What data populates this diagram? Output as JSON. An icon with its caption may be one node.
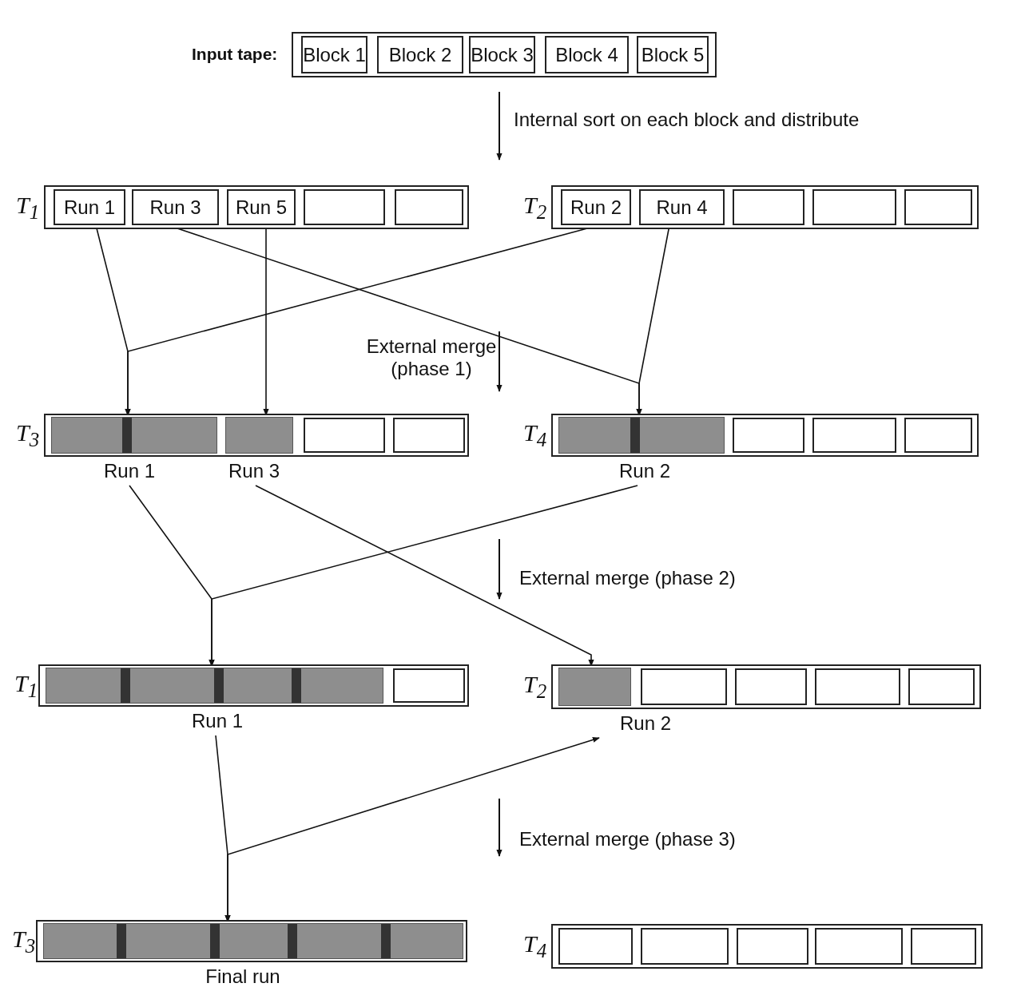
{
  "diagram": {
    "nodes": [
      {
        "text": [
          "Input tape:"
        ]
      },
      {
        "text": [
          "Block 1"
        ],
        "in": 0
      },
      {
        "text": [
          "Block 2"
        ],
        "in": 0
      },
      {
        "text": [
          "Block 3"
        ],
        "in": 0
      },
      {
        "text": [
          "Block 4"
        ],
        "in": 0
      },
      {
        "text": [
          "Block 5"
        ],
        "in": 0
      },
      {
        "text": [
          "T$_{1}$"
        ]
      },
      {
        "text": [
          "Run 1"
        ],
        "in": 6
      },
      {
        "text": [
          "Run 3"
        ],
        "in": 6
      },
      {
        "text": [
          "Run 5"
        ],
        "in": 6
      },
      {
        "text": [],
        "shape": "box",
        "in": 6
      },
      {
        "text": [],
        "shape": "box",
        "in": 6
      },
      {
        "text": [
          "T$_{2}$"
        ]
      },
      {
        "text": [
          "Run 2"
        ],
        "in": 12
      },
      {
        "text": [
          "Run 4"
        ],
        "in": 12
      },
      {
        "text": [],
        "shape": "box",
        "in": 12
      },
      {
        "text": [],
        "shape": "box",
        "in": 12
      },
      {
        "text": [],
        "shape": "box",
        "in": 12
      },
      {
        "text": [
          "T$_{3}$"
        ]
      },
      {
        "text": [
          "Run 1"
        ],
        "in": 18
      },
      {
        "text": [
          "Run 3"
        ],
        "in": 18
      },
      {
        "text": [],
        "shape": "box",
        "in": 18
      },
      {
        "text": [],
        "shape": "box",
        "in": 18
      },
      {
        "text": [
          "T$_{4}$"
        ]
      },
      {
        "text": [
          "Run 2"
        ],
        "in": 23
      },
      {
        "text": [],
        "shape": "box",
        "in": 23
      },
      {
        "text": [],
        "shape": "box",
        "in": 23
      },
      {
        "text": [],
        "shape": "box",
        "in": 23
      },
      {
        "text": [
          "T$_{1}$"
        ]
      },
      {
        "text": [
          "Run 1"
        ],
        "in": 28
      },
      {
        "text": [],
        "shape": "box",
        "in": 28
      },
      {
        "text": [
          "T$_{2}$"
        ]
      },
      {
        "text": [
          "Run 2"
        ],
        "in": 31
      },
      {
        "text": [],
        "shape": "box",
        "in": 31
      },
      {
        "text": [],
        "shape": "box",
        "in": 31
      },
      {
        "text": [],
        "shape": "box",
        "in": 31
      },
      {
        "text": [],
        "shape": "box",
        "in": 31
      },
      {
        "text": [
          "T$_{3}$"
        ]
      },
      {
        "text": [
          "Final run"
        ],
        "in": 37
      },
      {
        "text": [
          "T$_{4}$"
        ]
      },
      {
        "text": [],
        "shape": "box",
        "in": 39
      },
      {
        "text": [],
        "shape": "box",
        "in": 39
      },
      {
        "text": [],
        "shape": "box",
        "in": 39
      },
      {
        "text": [],
        "shape": "box",
        "in": 39
      },
      {
        "text": [],
        "shape": "box",
        "in": 39
      }
    ],
    "edges": [
      {
        "from": 7,
        "to": 19,
        "arrow": "to"
      },
      {
        "from": 13,
        "to": 19,
        "arrow": "to"
      },
      {
        "from": 8,
        "to": 24,
        "arrow": "to"
      },
      {
        "from": 14,
        "to": 24,
        "arrow": "to"
      },
      {
        "from": 9,
        "to": 20,
        "arrow": "to"
      },
      {
        "from": 19,
        "to": 29,
        "arrow": "to"
      },
      {
        "from": 24,
        "to": 29,
        "arrow": "to"
      },
      {
        "from": 20,
        "to": 32,
        "arrow": "to"
      },
      {
        "from": 29,
        "to": 38,
        "arrow": "to"
      },
      {
        "from": 38,
        "to": 32,
        "arrow": "both"
      }
    ],
    "labels": [
      "Internal sort on each block and distribute",
      "External merge (phase 1)",
      "External merge (phase 2)",
      "External merge (phase 3)"
    ]
  }
}
